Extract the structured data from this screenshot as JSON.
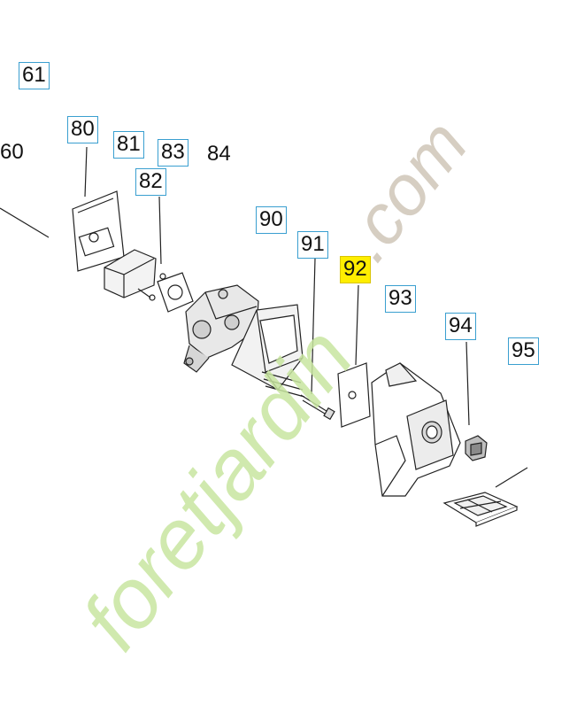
{
  "callouts": {
    "c61": "61",
    "c80": "80",
    "c81": "81",
    "c83": "83",
    "c84": "84",
    "c82": "82",
    "c60": "60",
    "c90": "90",
    "c91": "91",
    "c92": "92",
    "c93": "93",
    "c94": "94",
    "c95": "95"
  },
  "highlight_color": "#ffee00",
  "callout_border_color": "#3a9fd0",
  "watermark": {
    "text": "foretjardin.com",
    "color_green": "#c8e6a0",
    "color_orange": "#f3c79a",
    "color_grey": "#cfc6b8"
  }
}
